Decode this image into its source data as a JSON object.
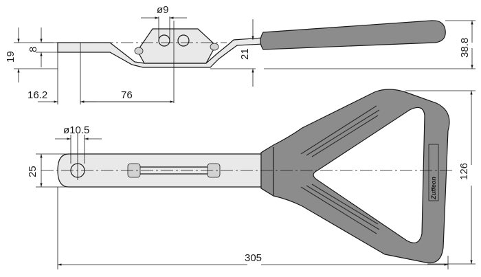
{
  "drawing": {
    "brand_logo": "Zuffeon",
    "dimensions": {
      "hole_top": "ø9",
      "height_overall_side": "19",
      "bend_offset": "8",
      "start_offset": "16.2",
      "length_to_hole": "76",
      "height_bend": "21",
      "handle_height": "38.8",
      "hole_plan": "ø10.5",
      "strap_width": "25",
      "handle_width": "126",
      "total_length": "305"
    }
  }
}
